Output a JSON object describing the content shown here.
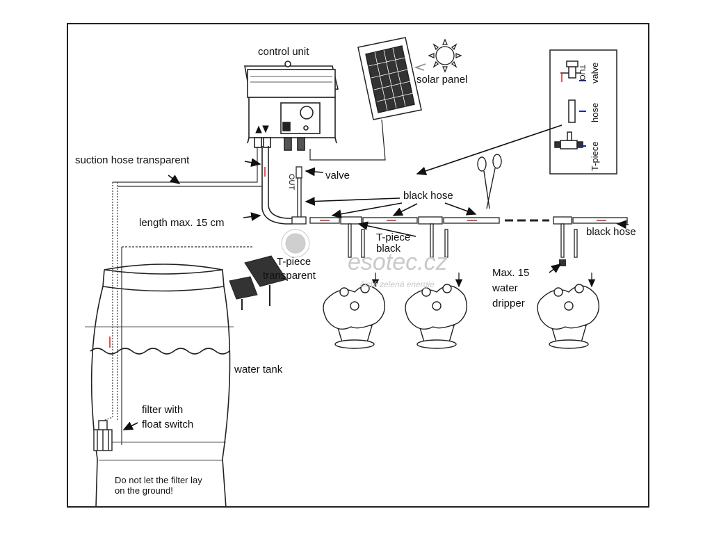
{
  "labels": {
    "control_unit": "control unit",
    "solar_panel": "solar panel",
    "suction_hose": "suction hose transparent",
    "valve": "valve",
    "black_hose_top": "black hose",
    "black_hose_right": "black hose",
    "length_max": "length max. 15 cm",
    "t_piece_black_1": "T-piece",
    "t_piece_black_2": "black",
    "t_piece_transparent_1": "T-piece",
    "t_piece_transparent_2": "transparent",
    "max15_1": "Max. 15",
    "max15_2": "water",
    "max15_3": "dripper",
    "water_tank": "water tank",
    "filter_1": "filter with",
    "filter_2": "float switch",
    "warning_1": "Do not let the filter lay",
    "warning_2": "on the ground!",
    "out_label": "OUT"
  },
  "legend": {
    "valve": "valve",
    "out": "OUT",
    "hose": "hose",
    "t_piece": "T-piece"
  },
  "watermark": {
    "brand": "esotec.cz",
    "tagline": "čistá zelená energie"
  },
  "colors": {
    "line": "#222222",
    "flow_arrow": "#d21f1f",
    "legend_mark": "#1a2a8a",
    "watermark": "#c9c9c9"
  }
}
